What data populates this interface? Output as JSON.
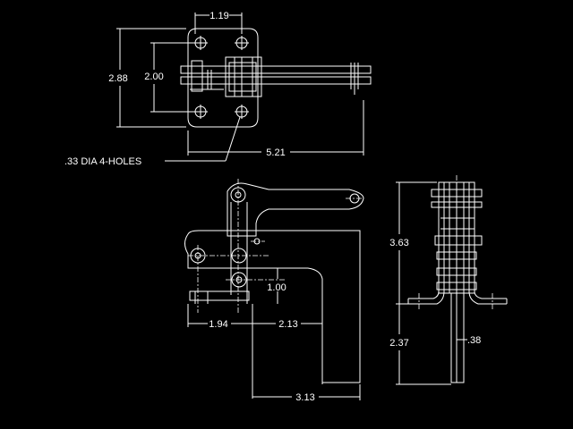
{
  "drawing": {
    "top_view": {
      "dim_width_top": "1.19",
      "dim_height_outer": "2.88",
      "dim_height_inner": "2.00",
      "dim_length": "5.21",
      "hole_note": ".33 DIA 4-HOLES"
    },
    "side_view": {
      "dim_vertical_offset": "1.00",
      "dim_left": "1.94",
      "dim_mid": "2.13",
      "dim_bottom": "3.13"
    },
    "front_view": {
      "dim_upper_height": "3.63",
      "dim_lower_height": "2.37",
      "dim_thickness": ".38"
    }
  },
  "colors": {
    "background": "#000000",
    "lines": "#ffffff"
  }
}
